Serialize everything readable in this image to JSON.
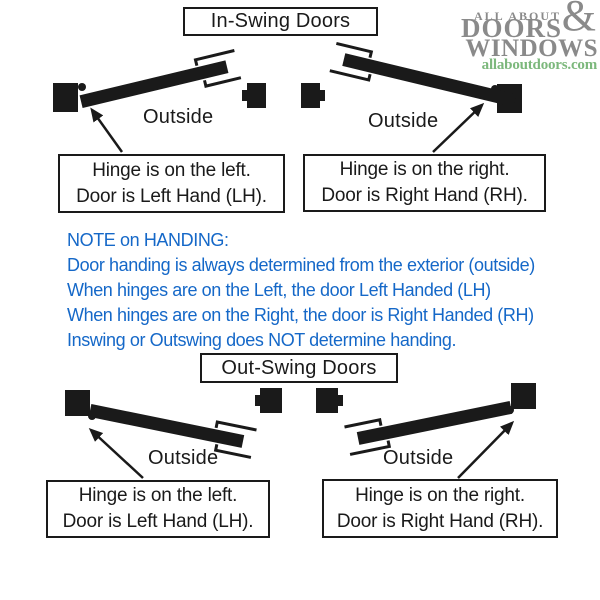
{
  "colors": {
    "ink": "#1a1a1a",
    "note_blue": "#1568c8",
    "logo_gray": "#8a8a8a",
    "logo_green": "#7cb87c",
    "background": "#ffffff"
  },
  "logo": {
    "top_line": "ALL ABOUT",
    "ampersand": "&",
    "middle_line": "DOORS",
    "bottom_line": "WINDOWS",
    "website": "allaboutdoors.com"
  },
  "in_swing": {
    "title": "In-Swing Doors",
    "left_diagram": {
      "outside_label": "Outside",
      "callout": {
        "line1": "Hinge is on the left.",
        "line2": "Door is Left Hand (LH)."
      }
    },
    "right_diagram": {
      "outside_label": "Outside",
      "callout": {
        "line1": "Hinge is on the right.",
        "line2": "Door is Right Hand (RH)."
      }
    }
  },
  "note": {
    "lines": [
      "NOTE on HANDING:",
      "Door handing is always determined from the exterior (outside)",
      "When hinges are on the Left, the door Left Handed (LH)",
      "When hinges are on the Right, the door is Right Handed (RH)",
      "Inswing or Outswing does NOT determine handing."
    ]
  },
  "out_swing": {
    "title": "Out-Swing Doors",
    "left_diagram": {
      "outside_label": "Outside",
      "callout": {
        "line1": "Hinge is on the left.",
        "line2": "Door is Left Hand (LH)."
      }
    },
    "right_diagram": {
      "outside_label": "Outside",
      "callout": {
        "line1": "Hinge is on the right.",
        "line2": "Door is Right Hand (RH)."
      }
    }
  }
}
